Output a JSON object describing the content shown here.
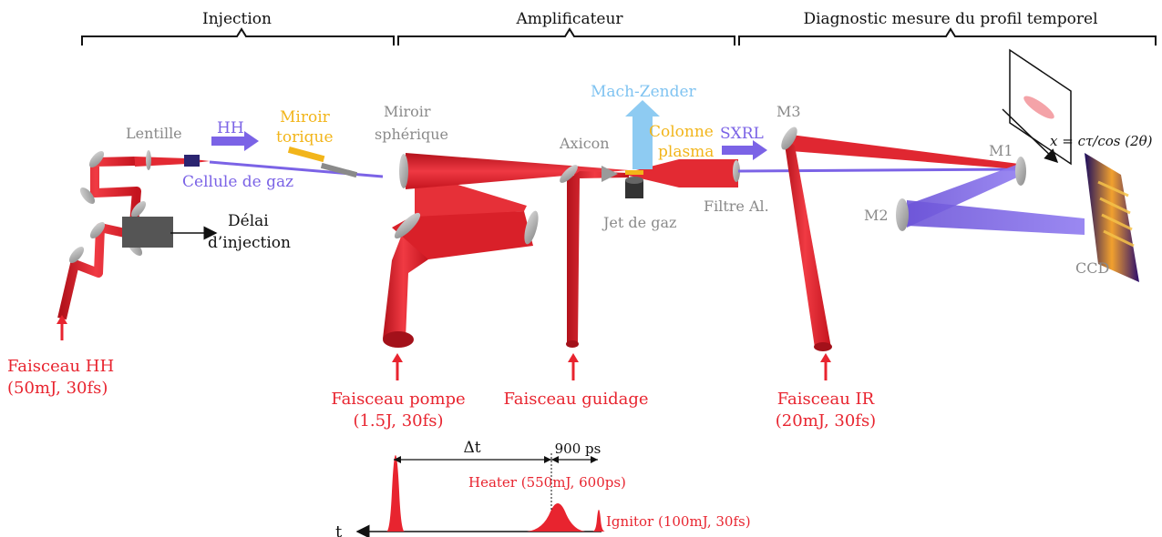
{
  "sections": {
    "injection": "Injection",
    "amplificateur": "Amplificateur",
    "diagnostic": "Diagnostic mesure du profil temporel"
  },
  "labels": {
    "lentille": "Lentille",
    "hh": "HH",
    "cellule": "Cellule de gaz",
    "miroir_torique_1": "Miroir",
    "miroir_torique_2": "torique",
    "miroir_spherique_1": "Miroir",
    "miroir_spherique_2": "sphérique",
    "delai_1": "Délai",
    "delai_2": "d’injection",
    "axicon": "Axicon",
    "mach_zender": "Mach-Zender",
    "colonne_1": "Colonne",
    "colonne_2": "plasma",
    "jet": "Jet de gaz",
    "filtre": "Filtre Al.",
    "sxrl": "SXRL",
    "m3": "M3",
    "m1": "M1",
    "m2": "M2",
    "ccd": "CCD",
    "formula": "x = cτ/cos (2θ)"
  },
  "beams": {
    "hh_1": "Faisceau HH",
    "hh_2": "(50mJ, 30fs)",
    "pompe_1": "Faisceau pompe",
    "pompe_2": "(1.5J, 30fs)",
    "guidage": "Faisceau guidage",
    "ir_1": "Faisceau IR",
    "ir_2": "(20mJ, 30fs)"
  },
  "timing": {
    "dt": "Δt",
    "ps900": "900 ps",
    "heater": "Heater (550mJ, 600ps)",
    "ignitor": "Ignitor (100mJ, 30fs)",
    "t": "t"
  },
  "colors": {
    "red": "#e8242f",
    "violet": "#7b63e6",
    "yellow": "#f2b51a",
    "lightblue": "#8ecbf2",
    "gray": "#8a8a8a"
  }
}
